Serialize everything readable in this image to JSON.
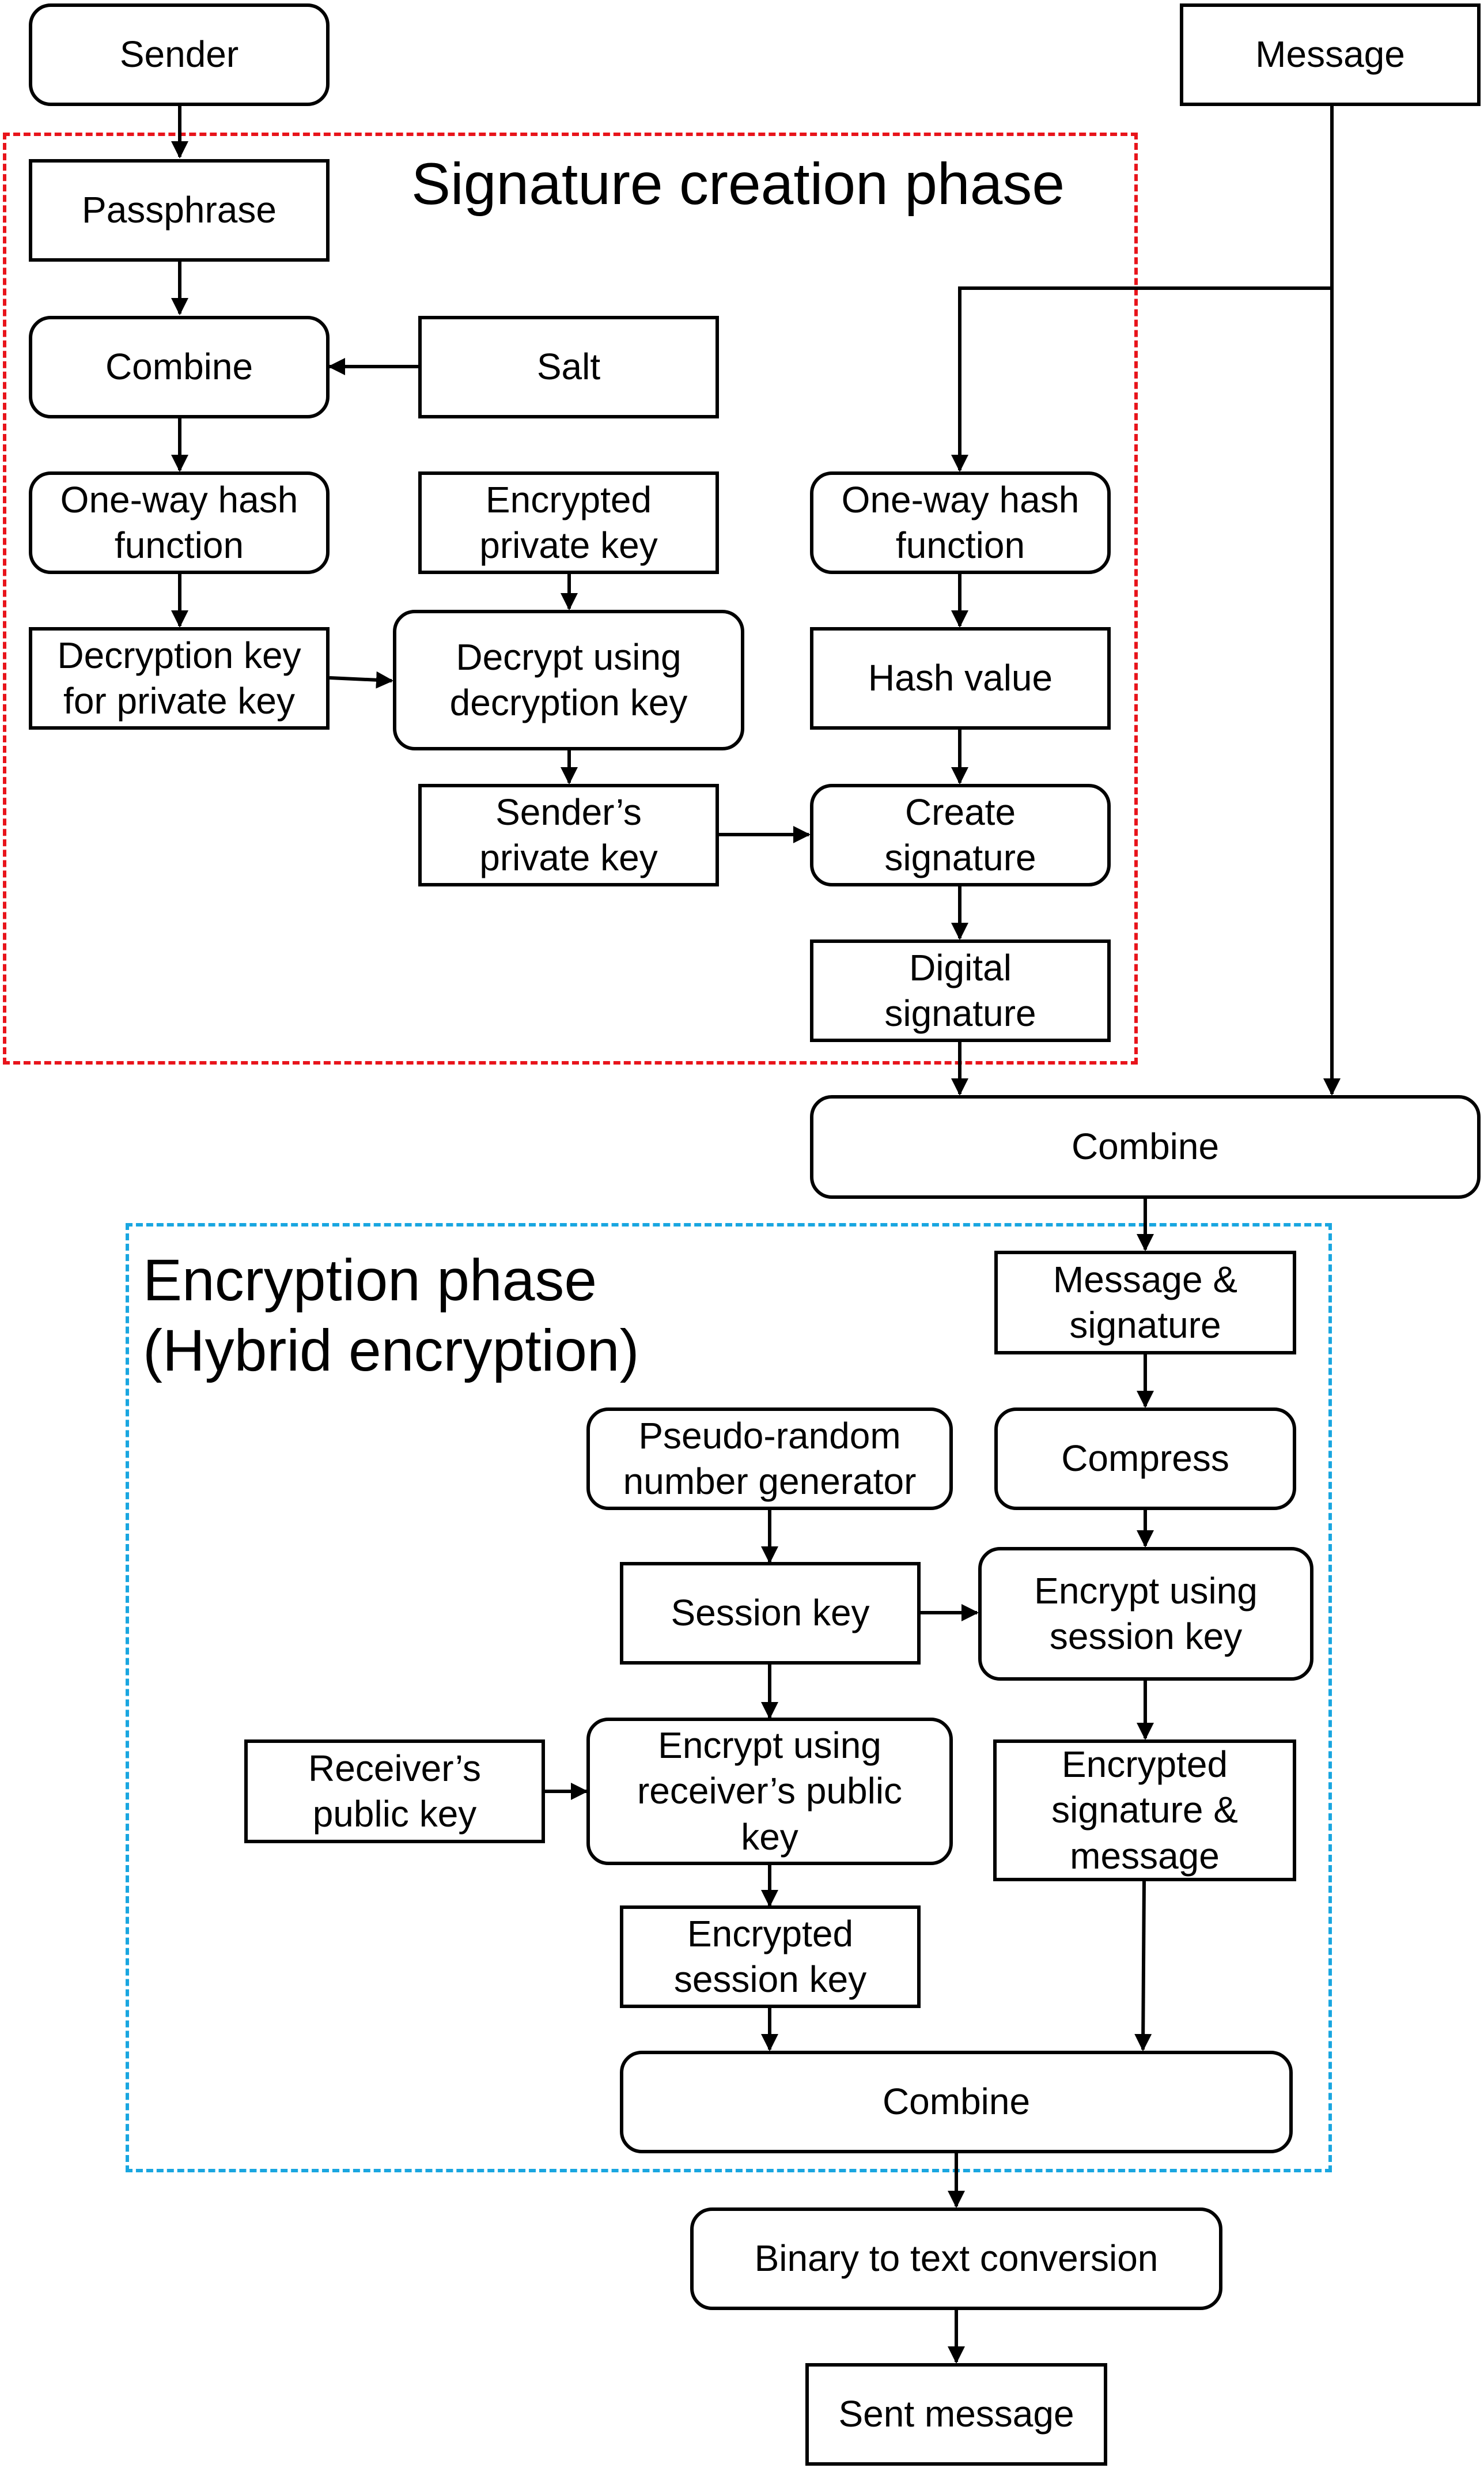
{
  "regions": {
    "signature": {
      "title": "Signature creation phase"
    },
    "encryption": {
      "title_line1": "Encryption phase",
      "title_line2": "(Hybrid encryption)"
    }
  },
  "colors": {
    "signature_border": "#e8141b",
    "encryption_border": "#19a6e0",
    "line": "#000000"
  },
  "nodes": {
    "sender": "Sender",
    "message": "Message",
    "passphrase": "Passphrase",
    "combine_1": "Combine",
    "salt": "Salt",
    "hash_fn_1": "One-way hash\nfunction",
    "encrypted_private_key": "Encrypted\nprivate key",
    "hash_fn_2": "One-way hash\nfunction",
    "decryption_key": "Decryption key\nfor private key",
    "decrypt_using": "Decrypt using\ndecryption key",
    "hash_value": "Hash value",
    "senders_private_key": "Sender’s\nprivate key",
    "create_signature": "Create\nsignature",
    "digital_signature": "Digital\nsignature",
    "combine_2": "Combine",
    "message_signature": "Message &\nsignature",
    "prng": "Pseudo-random\nnumber generator",
    "compress": "Compress",
    "session_key": "Session key",
    "encrypt_session": "Encrypt using\nsession key",
    "receivers_public_key": "Receiver’s\npublic key",
    "encrypt_receiver": "Encrypt using\nreceiver’s public\nkey",
    "encrypted_sig_msg": "Encrypted\nsignature &\nmessage",
    "encrypted_session_key": "Encrypted\nsession key",
    "combine_3": "Combine",
    "binary_to_text": "Binary to text conversion",
    "sent_message": "Sent message"
  }
}
